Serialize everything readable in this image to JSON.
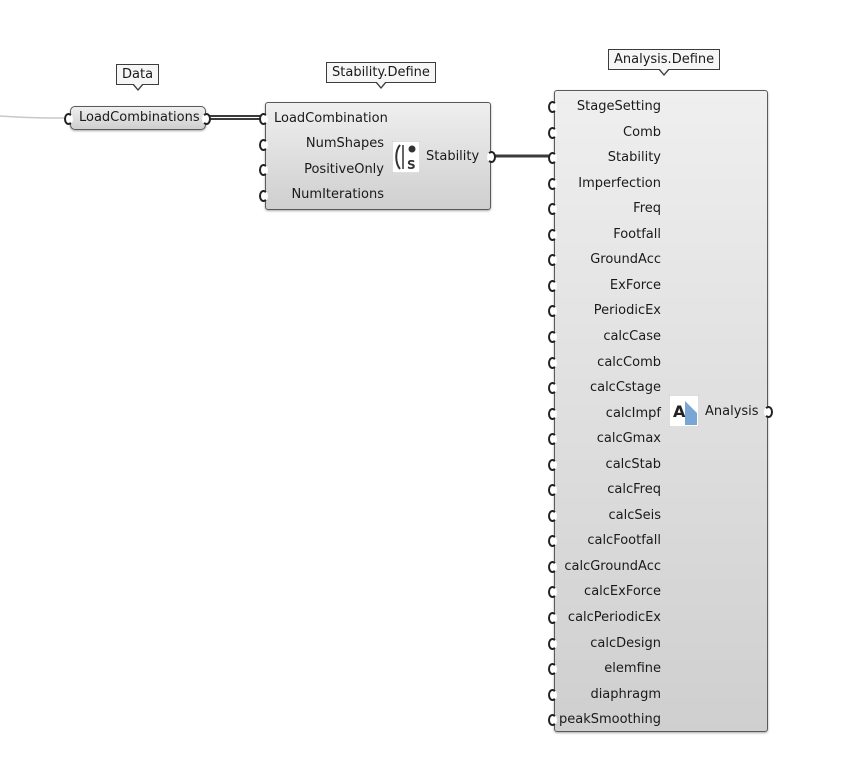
{
  "tags": {
    "data": "Data",
    "stability_define": "Stability.Define",
    "analysis_define": "Analysis.Define"
  },
  "data_param": {
    "label": "LoadCombinations"
  },
  "stability_component": {
    "inputs": [
      "LoadCombination",
      "NumShapes",
      "PositiveOnly",
      "NumIterations"
    ],
    "output": "Stability",
    "icon": "stability-icon"
  },
  "analysis_component": {
    "inputs": [
      "StageSetting",
      "Comb",
      "Stability",
      "Imperfection",
      "Freq",
      "Footfall",
      "GroundAcc",
      "ExForce",
      "PeriodicEx",
      "calcCase",
      "calcComb",
      "calcCstage",
      "calcImpf",
      "calcGmax",
      "calcStab",
      "calcFreq",
      "calcSeis",
      "calcFootfall",
      "calcGroundAcc",
      "calcExForce",
      "calcPeriodicEx",
      "calcDesign",
      "elemfine",
      "diaphragm",
      "peakSmoothing"
    ],
    "output": "Analysis",
    "icon": "analysis-icon"
  },
  "colors": {
    "wire": "#3a3a3a",
    "wire_light": "#c8c8c8",
    "component_top": "#efefef",
    "component_bottom": "#cfcfcf"
  }
}
